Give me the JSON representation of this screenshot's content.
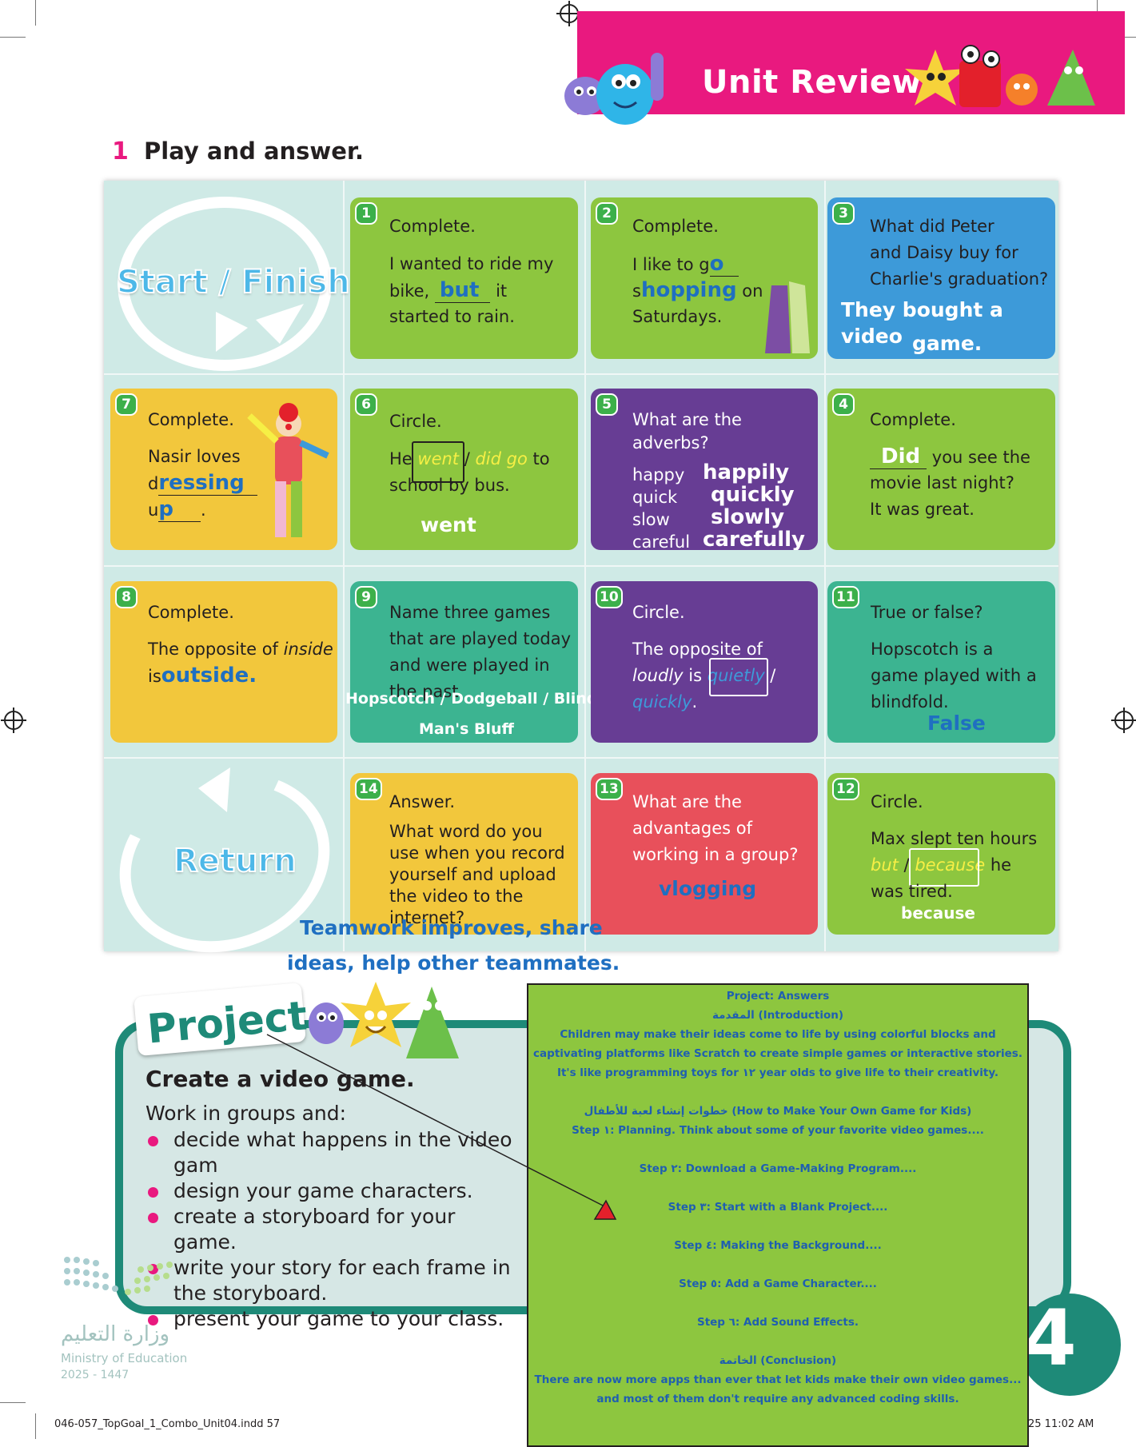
{
  "header": {
    "title": "Unit Review"
  },
  "section": {
    "number": "1",
    "title": "Play and answer."
  },
  "board": {
    "start_finish": "Start / Finish",
    "return": "Return",
    "t1": {
      "num": "1",
      "l1": "Complete.",
      "l2": "I wanted to ride my",
      "l3a": "bike, ",
      "l3ans": "but",
      "l3b": " it",
      "l4": "started to rain."
    },
    "t2": {
      "num": "2",
      "l1": "Complete.",
      "l2a": "I like to g",
      "l2ans": "o",
      "l3a": "s",
      "l3ans": "hopping",
      "l3b": " on",
      "l4": "Saturdays."
    },
    "t3": {
      "num": "3",
      "l1": "What did Peter",
      "l2": "and Daisy buy for",
      "l3": "Charlie's graduation?",
      "ans1": "They bought a video",
      "ans2": "game."
    },
    "t4": {
      "num": "4",
      "l1": "Complete.",
      "l2ans": "Did",
      "l2b": " you see the",
      "l3": "movie last night?",
      "l4": "It was great."
    },
    "t5": {
      "num": "5",
      "l1": "What are the",
      "l2": "adverbs?",
      "w1": "happy",
      "w2": "quick",
      "w3": "slow",
      "w4": "careful",
      "a1": "happily",
      "a2": "quickly",
      "a3": "slowly",
      "a4": "carefully"
    },
    "t6": {
      "num": "6",
      "l1": "Circle.",
      "l2a": "He ",
      "opt1": "went",
      "sep": " / ",
      "opt2": "did go",
      "l2b": " to",
      "l3": "school by bus.",
      "ans": "went"
    },
    "t7": {
      "num": "7",
      "l1": "Complete.",
      "l2": "Nasir loves",
      "l3a": "d",
      "l3ans": "ressing",
      "l4a": "u",
      "l4ans": "p",
      "l4b": "."
    },
    "t8": {
      "num": "8",
      "l1": "Complete.",
      "l2a": "The opposite of ",
      "l2b": "inside",
      "l3a": "is",
      "l3ans": "outside."
    },
    "t9": {
      "num": "9",
      "l1": "Name three games",
      "l2": "that are played today",
      "l3": "and were played in",
      "l4": "the past.",
      "ans1": "Hopscotch / Dodgeball / Blind",
      "ans2": "Man's Bluff"
    },
    "t10": {
      "num": "10",
      "l1": "Circle.",
      "l2": "The opposite of",
      "l3a": "loudly",
      "l3b": " is ",
      "opt1": "quietly",
      "sep": " /",
      "opt2": "quickly",
      "end": "."
    },
    "t11": {
      "num": "11",
      "l1": "True or false?",
      "l2": "Hopscotch is a",
      "l3": "game played with a",
      "l4": "blindfold.",
      "ans": "False"
    },
    "t12": {
      "num": "12",
      "l1": "Circle.",
      "l2": "Max slept ten hours",
      "opt1": "but",
      "sep": " / ",
      "opt2": "because",
      "l3b": " he",
      "l4": "was tired.",
      "ans": "because"
    },
    "t13": {
      "num": "13",
      "l1": "What are the",
      "l2": "advantages of",
      "l3": "working in a group?",
      "ans": "vlogging"
    },
    "t14": {
      "num": "14",
      "l1": "Answer.",
      "l2": "What word do you",
      "l3": "use when you record",
      "l4": "yourself and upload",
      "l5": "the video to the",
      "l6": "internet?",
      "ans1": "Teamwork improves, share",
      "ans2": "ideas, help other teammates."
    }
  },
  "project": {
    "tab": "Project",
    "heading": "Create a video game.",
    "intro": "Work in groups and:",
    "items": [
      "decide what happens in the video gam",
      "design your game characters.",
      "create a storyboard for your game.",
      "write your story for each frame in the storyboard.",
      "present your game to your class."
    ]
  },
  "answers": {
    "title": "Project: Answers",
    "intro_h": "المقدمة (Introduction)",
    "intro1": "Children may make their ideas come to life by using colorful blocks and",
    "intro2": "captivating platforms like Scratch to create simple games or interactive stories.",
    "intro3": "It's like programming toys for ١٢ year olds to give life to their creativity.",
    "steps_h": "خطوات إنشاء لعبة للأطفال (How to Make Your Own Game for Kids)",
    "s1": "Step ١: Planning. Think about some of your favorite video games....",
    "s2": "Step ٢: Download a Game-Making Program....",
    "s3": "Step ٣: Start with a Blank Project....",
    "s4": "Step ٤: Making the Background....",
    "s5": "Step ٥: Add a Game Character....",
    "s6": "Step ٦: Add Sound Effects.",
    "concl_h": "الخاتمة (Conclusion)",
    "c1": "There are now more apps than ever that let kids make their own video games...",
    "c2": "and most of them don't require any advanced coding skills."
  },
  "ministry": {
    "ar": "وزارة التعليم",
    "en": "Ministry of Education",
    "year": "2025 - 1447"
  },
  "unit": {
    "number": "4"
  },
  "footer": {
    "left": "046-057_TopGoal_1_Combo_Unit04.indd   57",
    "right": "25   11:02 AM"
  },
  "colors": {
    "pink": "#e9197f",
    "green": "#8dc63f",
    "teal": "#1e8a78",
    "answer_blue": "#1f6fc1"
  }
}
